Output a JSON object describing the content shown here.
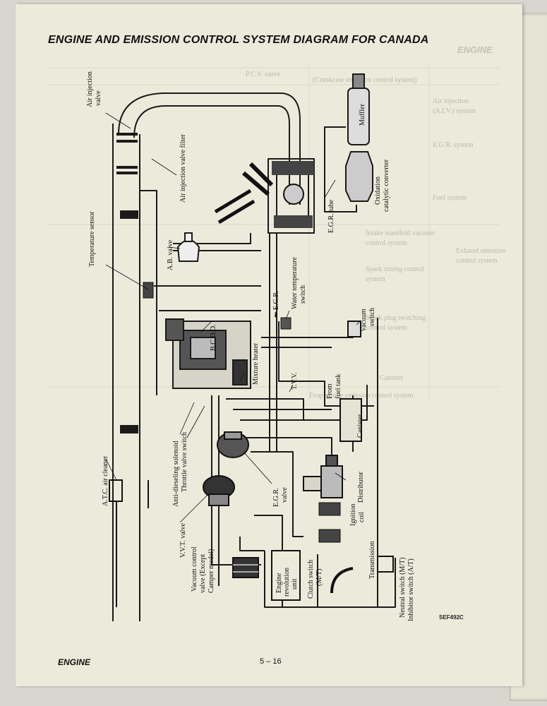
{
  "title": "ENGINE AND EMISSION CONTROL SYSTEM DIAGRAM FOR CANADA",
  "title_ghost": "ENGINE",
  "reference_code": "SEF492C",
  "footer": {
    "section": "ENGINE",
    "page_number": "5 – 16"
  },
  "labels": {
    "air_injection_valve": [
      "Air injection",
      "valve"
    ],
    "air_injection_valve_filter": "Air injection valve filter",
    "temperature_sensor": "Temperature sensor",
    "ab_valve": "A.B. valve",
    "bcdd": "B.C.D.D.",
    "egr_arrow": "⬅ E.G.R.",
    "water_temperature_switch": [
      "Water temperature",
      "switch"
    ],
    "vacuum_switch": [
      "Vacuum",
      "switch"
    ],
    "mixture_heater": "Mixture heater",
    "tvv": "T.V.V.",
    "from_fuel_tank": [
      "From",
      "fuel tank"
    ],
    "canister": "Canister",
    "anti_dieseling_solenoid": "Anti-dieseling solenoid",
    "throttle_valve_switch": "Throttle valve switch",
    "atc_air_cleaner": "A.T.C. air cleaner",
    "egr_valve": [
      "E.G.R.",
      "valve"
    ],
    "distributor": "Distributor",
    "ignition_coil": [
      "Ignition",
      "coil"
    ],
    "vvt_valve": "V.V.T. valve",
    "vacuum_control_valve": [
      "Vacuum control",
      "valve (Except",
      "Camper model)"
    ],
    "engine_revolution_unit": [
      "Engine",
      "revolution",
      "unit"
    ],
    "clutch_switch": [
      "Clutch switch",
      "(M/T)"
    ],
    "transmission": "Transmission",
    "neutral_inhibitor_switch": [
      "Neutral switch (M/T)",
      "Inhibitor switch (A/T)"
    ],
    "muffler": "Muffler",
    "oxidation_catalytic_converter": [
      "Oxidation",
      "catalytic converter"
    ],
    "egr_tube": "E.G.R. tube"
  },
  "bleed_through": [
    "P.C.V. valve",
    "(Crankcase emission control system)",
    "Air injection",
    "(A.I.V.) system",
    "E.G.R. system",
    "Fuel system",
    "Intake manifold vacuum",
    "control system",
    "Exhaust emission",
    "control system",
    "Spark timing control",
    "system",
    "Spark plug switching",
    "control system",
    "Canister",
    "Evaporative emission control system"
  ]
}
